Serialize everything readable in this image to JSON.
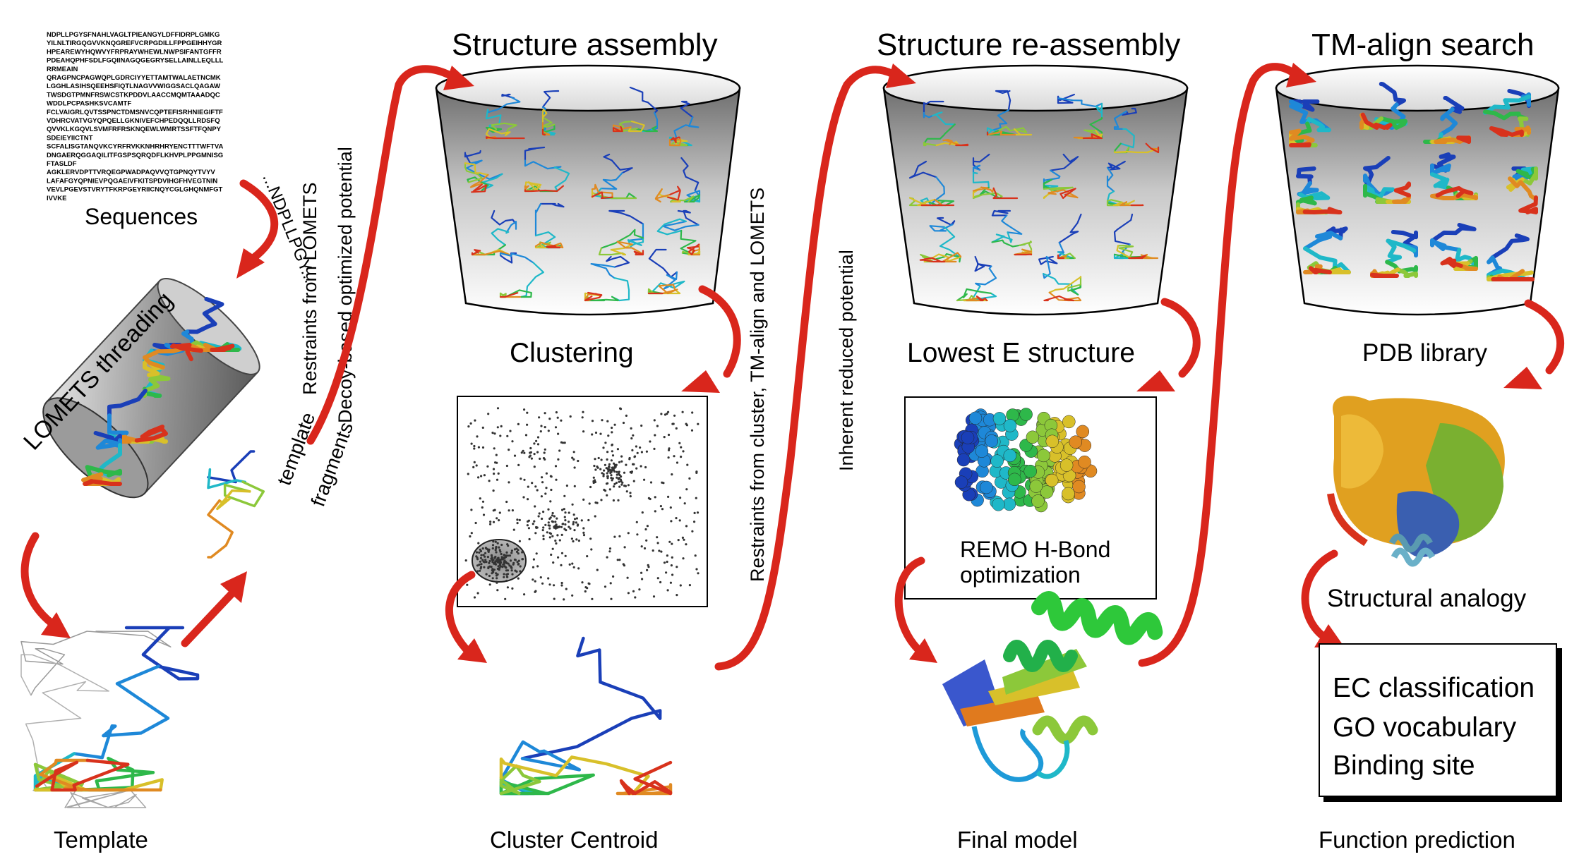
{
  "sequence_lines": [
    "NDPLLPGYSFNAHLVAGLTPIEANGYLDFFIDRPLGMKG",
    "YILNLTIRGQGVVKNQGREFVCRPGDILLFPPGEIHHYGR",
    "HPEAREWYHQWVYFRPRAYWHEWLNWPSIFANTGFFR",
    "PDEAHQPHFSDLFGQIINAGQGEGRYSELLAINLLEQLLL",
    "RRMEAIN",
    "QRAGPNCPAGWQPLGDRCIYYETTAMTWALAETNCMK",
    "LGGHLASIHSQEEHSFIQTLNAGVVWIGGSACLQAGAW",
    "TWSDGTPMNFRSWCSTKPDDVLAACCMQMTAAADQC",
    "WDDLPCPASHKSVCAMTF",
    "FCLVAIGRLQVTSSPNCTDMSNVCQPTEFISRHNIEGIFTF",
    "VDHRCVATVGYQPQELLGKNIVEFCHPEDQQLLRDSFQ",
    "QVVKLKGQVLSVMFRFRSKNQEWLWMRTSSFTFQNPY",
    "SDEIEYIICTNT",
    "SCFALISGTANQVKCYRFRVKKNHRHRYENCTTTWFTVA",
    "DNGAERQGGAQILITFGSPSQRQDFLKHVPLPPGMNISG",
    "FTASLDF",
    "AGKLERVDPTTVRQEGPWADPAQVVQTGPNQYTVYV",
    "LAFAFGYQPNIEVPQGAEIVFKITSPDVIHGFHVEGTNIN",
    "VEVLPGEVSTVRYTFKRPGEYRIICNQYCGLGHQNMFGT",
    "IVVKE"
  ],
  "labels": {
    "sequences": "Sequences",
    "seq_fragment": "...NDPLLPGY...",
    "lomets_threading": "LOMETS threading",
    "template": "Template",
    "template_fragments_1": "template",
    "template_fragments_2": "fragments",
    "restraints_lomets_1": "Restraints from LOMETS",
    "restraints_lomets_2": "Decoy-based optimized potential",
    "structure_assembly": "Structure assembly",
    "clustering": "Clustering",
    "cluster_centroid": "Cluster Centroid",
    "restraints_cluster_1": "Restraints from cluster, TM-align and LOMETS",
    "restraints_cluster_2": "Inherent reduced  potential",
    "structure_reassembly": "Structure re-assembly",
    "lowest_e": "Lowest E structure",
    "remo_1": "REMO H-Bond",
    "remo_2": "optimization",
    "final_model": "Final model",
    "tm_align_search": "TM-align search",
    "pdb_library": "PDB library",
    "structural_analogy": "Structural analogy",
    "function_prediction": "Function prediction"
  },
  "function_items": [
    "EC classification",
    "GO vocabulary",
    "Binding site"
  ],
  "colors": {
    "arrow": "#d9261c",
    "rainbow": [
      "#1a3fb8",
      "#1e88d8",
      "#1fb8c8",
      "#2eb84a",
      "#8cc83a",
      "#d8c02a",
      "#e08a22",
      "#d8321c"
    ]
  }
}
